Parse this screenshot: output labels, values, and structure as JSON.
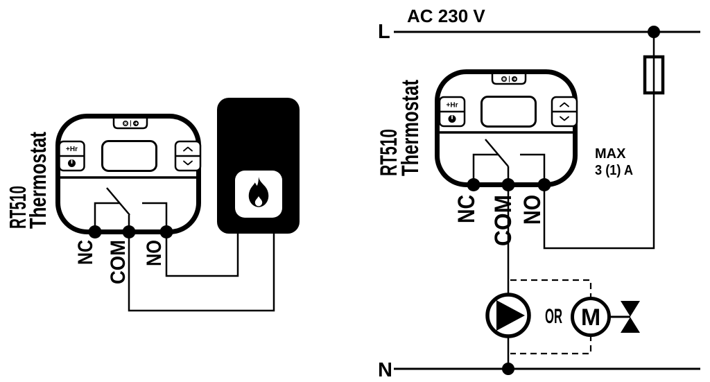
{
  "thermostat": {
    "model": "RT510",
    "name": "Thermostat",
    "buttons": {
      "hour": "+Hr"
    },
    "terminals": {
      "nc": "NC",
      "com": "COM",
      "no": "NO"
    }
  },
  "boiler_diagram": {
    "description_icons": [
      "flame-icon"
    ]
  },
  "mains_diagram": {
    "voltage_label": "AC 230 V",
    "live_label": "L",
    "neutral_label": "N",
    "max_load_line1": "MAX",
    "max_load_line2": "3 (1) A",
    "or_label": "OR",
    "motor_label": "M"
  },
  "icons": {
    "flame-icon": "boiler burner flame",
    "pump-icon": "circle with solid right triangle",
    "motor-icon": "circle with letter M",
    "valve-icon": "solid bowtie valve",
    "fuse-icon": "rectangle over vertical line",
    "power-icon": "filled circle with white bar",
    "chevron-up-icon": "^",
    "chevron-down-icon": "v",
    "gear-dot-icon": "small dark disc with spokes",
    "arrow-dot-icon": "small dark disc with arrow"
  },
  "colors": {
    "ink": "#000000",
    "paper": "#ffffff"
  }
}
